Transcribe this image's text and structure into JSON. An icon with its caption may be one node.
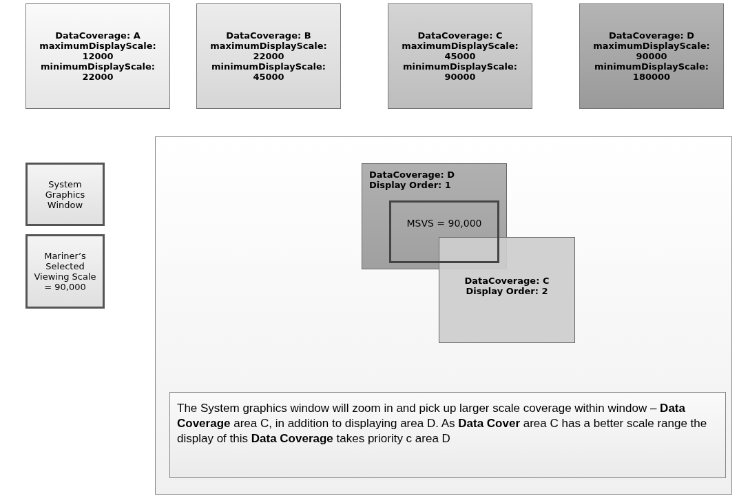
{
  "diagram": {
    "nodes": [
      {
        "text": [
          "DataCoverage:  A",
          "maximumDisplayScale: 12000",
          "minimumDisplayScale: 22000"
        ]
      },
      {
        "text": [
          "DataCoverage:  B",
          "maximumDisplayScale: 22000",
          "minimumDisplayScale: 45000"
        ]
      },
      {
        "text": [
          "DataCoverage:  C",
          "maximumDisplayScale: 45000",
          "minimumDisplayScale: 90000"
        ]
      },
      {
        "text": [
          "DataCoverage:  D",
          "maximumDisplayScale: 90000",
          "minimumDisplayScale: 180000"
        ]
      },
      {
        "text": [
          "System Graphics Window"
        ]
      },
      {
        "text": [
          "Mariner’s Selected Viewing Scale = 90,000"
        ]
      },
      {
        "text": [],
        "shape": "box"
      },
      {
        "text": [
          "DataCoverage:  D",
          "Display Order: 1"
        ],
        "in": 6
      },
      {
        "text": [
          "MSVS = 90,000"
        ],
        "in": 7
      },
      {
        "text": [
          "DataCoverage:  C",
          "Display Order: 2"
        ],
        "in": 6
      },
      {
        "text": [
          "The System graphics window will zoom in and pick up larger scale coverage within window – **Data Coverage** area C, in addition to displaying area D.  As **Data Cover** area C has a better scale range the display of this **Data Coverage** takes priority c area D"
        ],
        "in": 6
      }
    ],
    "edges": []
  }
}
